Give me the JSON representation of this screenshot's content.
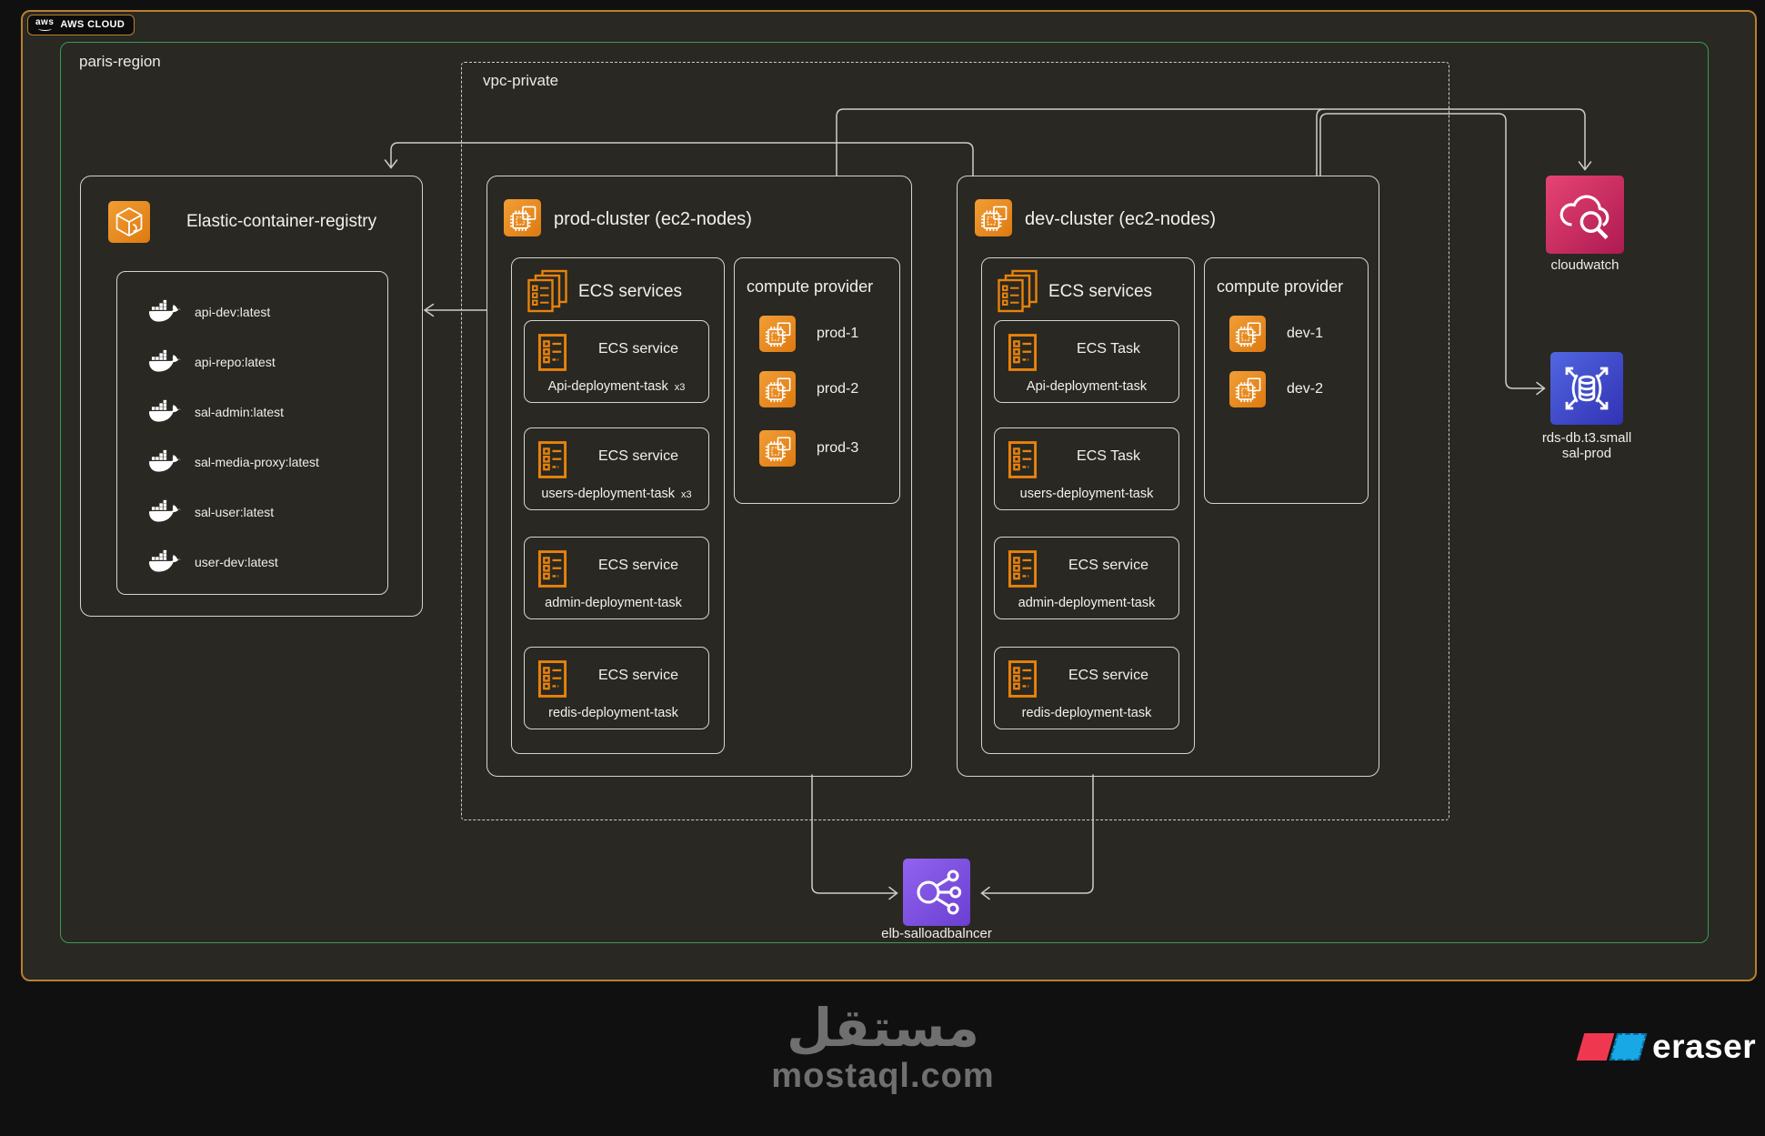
{
  "header": {
    "aws_cloud_label": "AWS CLOUD",
    "aws_logo_text": "aws"
  },
  "regions": {
    "paris": "paris-region",
    "vpc": "vpc-private"
  },
  "ecr": {
    "title": "Elastic-container-registry",
    "images": [
      "api-dev:latest",
      "api-repo:latest",
      "sal-admin:latest",
      "sal-media-proxy:latest",
      "sal-user:latest",
      "user-dev:latest"
    ]
  },
  "prod_cluster": {
    "title": "prod-cluster (ec2-nodes)",
    "ecs_services_title": "ECS services",
    "services": [
      {
        "type": "ECS service",
        "task": "Api-deployment-task",
        "multiplier": "x3"
      },
      {
        "type": "ECS service",
        "task": "users-deployment-task",
        "multiplier": "x3"
      },
      {
        "type": "ECS service",
        "task": "admin-deployment-task",
        "multiplier": ""
      },
      {
        "type": "ECS service",
        "task": "redis-deployment-task",
        "multiplier": ""
      }
    ],
    "compute_provider_title": "compute provider",
    "nodes": [
      "prod-1",
      "prod-2",
      "prod-3"
    ]
  },
  "dev_cluster": {
    "title": "dev-cluster (ec2-nodes)",
    "ecs_services_title": "ECS services",
    "services": [
      {
        "type": "ECS Task",
        "task": "Api-deployment-task",
        "multiplier": ""
      },
      {
        "type": "ECS Task",
        "task": "users-deployment-task",
        "multiplier": ""
      },
      {
        "type": "ECS service",
        "task": "admin-deployment-task",
        "multiplier": ""
      },
      {
        "type": "ECS service",
        "task": "redis-deployment-task",
        "multiplier": ""
      }
    ],
    "compute_provider_title": "compute provider",
    "nodes": [
      "dev-1",
      "dev-2"
    ]
  },
  "cloudwatch": {
    "label": "cloudwatch"
  },
  "rds": {
    "label_line1": "rds-db.t3.small",
    "label_line2": "sal-prod"
  },
  "elb": {
    "label": "elb-salloadbalncer"
  },
  "watermark": {
    "arabic": "مستقل",
    "domain": "mostaql.com"
  },
  "brand": {
    "name": "eraser"
  },
  "icons": {
    "ecr": "cube-icon",
    "cluster": "chip-icon",
    "node": "chip-icon",
    "ecs_services": "stacked-documents-icon",
    "service_card": "task-list-icon",
    "image_row": "docker-whale-icon",
    "cloudwatch": "cloud-magnifier-icon",
    "rds": "database-scale-icon",
    "elb": "load-balancer-icon"
  },
  "colors": {
    "frame_orange": "#b9802f",
    "region_green": "#3d9b57",
    "line_gray": "#cfcdc9",
    "icon_orange": "#e8820c",
    "cloudwatch_pink": "#d62e63",
    "rds_blue": "#3d48cf",
    "elb_purple": "#8257e6",
    "eraser_red": "#ef3850",
    "eraser_blue": "#19a8e6",
    "watermark_gray": "#6f6f6f"
  }
}
